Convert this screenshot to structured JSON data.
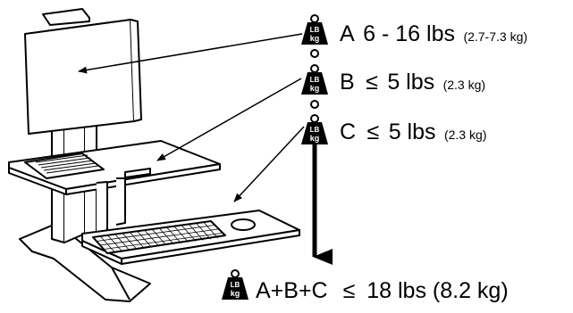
{
  "weights": [
    {
      "letter": "A",
      "limit_lbs": "6 - 16 lbs",
      "limit_kg": "(2.7-7.3 kg)"
    },
    {
      "letter": "B",
      "symbol": "≤",
      "limit_lbs": "5 lbs",
      "limit_kg": "(2.3 kg)"
    },
    {
      "letter": "C",
      "symbol": "≤",
      "limit_lbs": "5 lbs",
      "limit_kg": "(2.3 kg)"
    }
  ],
  "total": {
    "label": "A+B+C",
    "symbol": "≤",
    "limit": "18 lbs (8.2 kg)"
  },
  "weight_icon": {
    "line1": "LB",
    "line2": "kg"
  },
  "icons": [
    "weight-icon",
    "monitor",
    "keyboard",
    "mouse",
    "desk-stand"
  ]
}
